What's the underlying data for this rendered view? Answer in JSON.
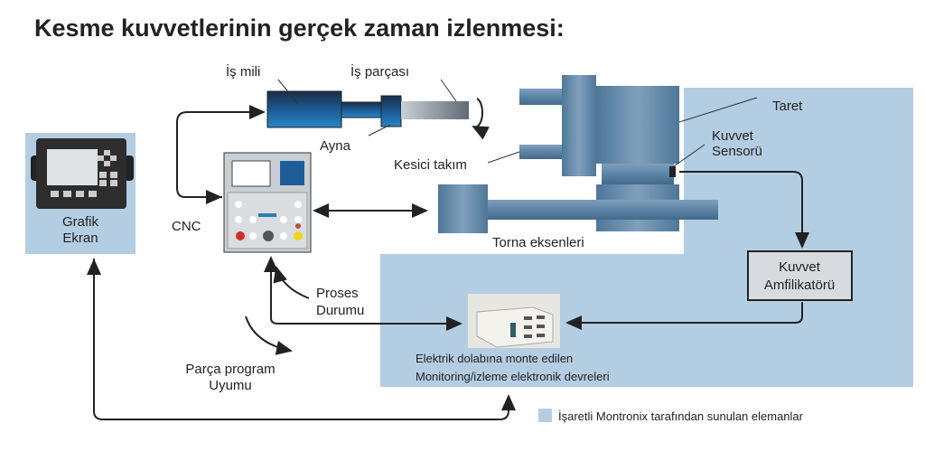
{
  "title": "Kesme kuvvetlerinin gerçek zaman izlenmesi:",
  "labels": {
    "is_mili": "İş mili",
    "is_parcasi": "İş parçası",
    "ayna": "Ayna",
    "kesici_takim": "Kesici takım",
    "taret": "Taret",
    "kuvvet_sensoru_1": "Kuvvet",
    "kuvvet_sensoru_2": "Sensorü",
    "torna_eksenleri": "Torna eksenleri",
    "cnc": "CNC",
    "grafik_1": "Grafik",
    "grafik_2": "Ekran",
    "amplifier_1": "Kuvvet",
    "amplifier_2": "Amfilikatörü",
    "proses_1": "Proses",
    "proses_2": "Durumu",
    "parca_1": "Parça program",
    "parca_2": "Uyumu",
    "monitoring_1": "Elektrik dolabına monte edilen",
    "monitoring_2": "Monitoring/izleme elektronik devreleri"
  },
  "legend": {
    "text": "İşaretli Montronix tarafından sunulan elemanlar",
    "color": "#b3cde3"
  },
  "colors": {
    "highlight": "#b3cde3",
    "machine": "#5f87a8",
    "spindle": "#1f5f93"
  }
}
